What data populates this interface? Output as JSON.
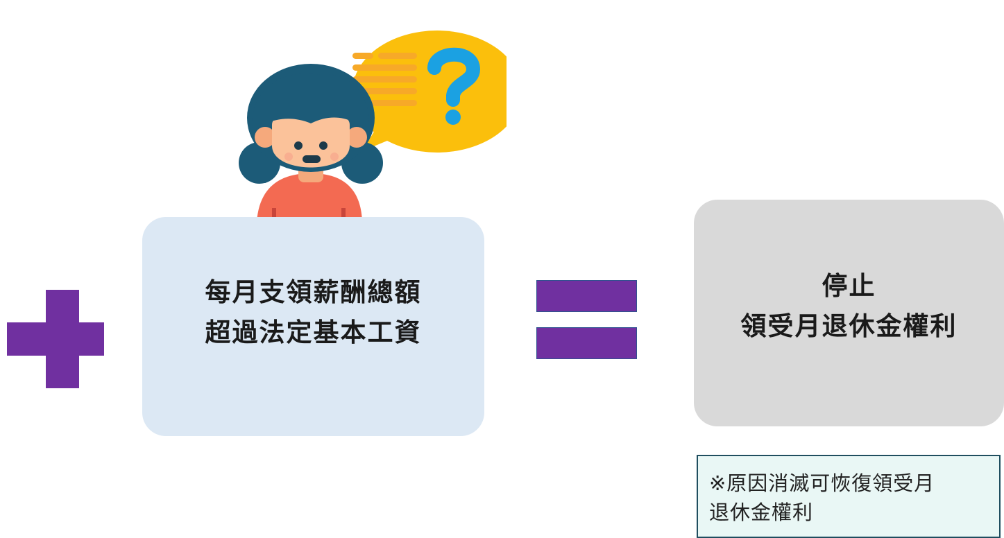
{
  "colors": {
    "operator": "#7030a0",
    "condition_box": "#dce8f4",
    "result_box": "#d9d9d9",
    "note_background": "#e9f7f5",
    "note_border": "#1f4e5f",
    "speech_bubble": "#fbbf0c",
    "question_mark": "#1ba1e2",
    "hair": "#1c5b78",
    "skin": "#fbc29a",
    "shirt": "#f36a52"
  },
  "illustration": {
    "icon": "girl-with-question-bubble-icon"
  },
  "operators": {
    "plus_icon": "plus-icon",
    "equals_icon": "equals-icon"
  },
  "condition": {
    "line1": "每月支領薪酬總額",
    "line2": "超過法定基本工資"
  },
  "result": {
    "line1": "停止",
    "line2": "領受月退休金權利"
  },
  "note": {
    "line1": "※原因消滅可恢復領受月",
    "line2": "退休金權利"
  }
}
